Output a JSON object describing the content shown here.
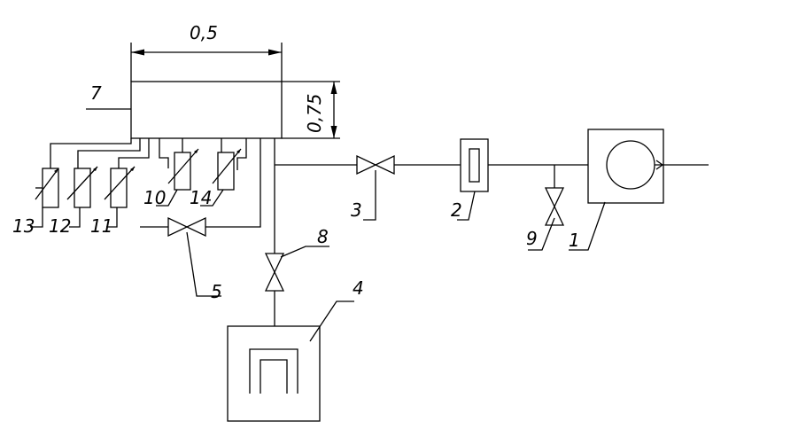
{
  "dimensions": {
    "width_label": "0,5",
    "height_label": "0,75"
  },
  "labels": {
    "n1": "1",
    "n2": "2",
    "n3": "3",
    "n4": "4",
    "n5": "5",
    "n7": "7",
    "n8": "8",
    "n9": "9",
    "n10": "10",
    "n11": "11",
    "n12": "12",
    "n13": "13",
    "n14": "14"
  }
}
